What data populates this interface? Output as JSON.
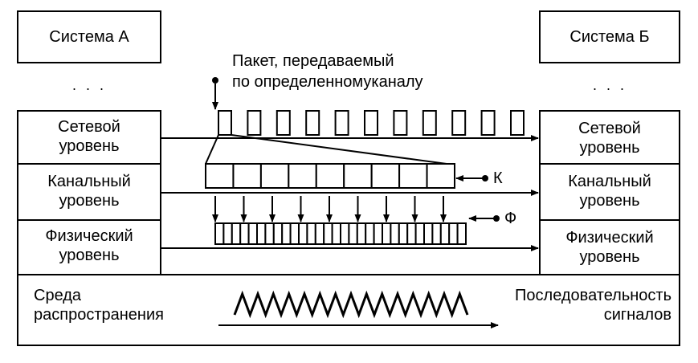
{
  "systems": {
    "a": {
      "title": "Система А"
    },
    "b": {
      "title": "Система Б"
    },
    "ellipsis": "· · ·"
  },
  "packet_caption": {
    "line1": "Пакет, передаваемый",
    "line2": "по определенномуканалу"
  },
  "layers": {
    "network": {
      "line1": "Сетевой",
      "line2": "уровень"
    },
    "data_link": {
      "line1": "Канальный",
      "line2": "уровень"
    },
    "physical": {
      "line1": "Физический",
      "line2": "уровень"
    }
  },
  "markers": {
    "k": "К",
    "f": "Ф"
  },
  "medium": {
    "label_line1": "Среда",
    "label_line2": "распространения",
    "signal_line1": "Последовательность",
    "signal_line2": "сигналов"
  },
  "counts": {
    "packet_cells": 11,
    "frame_cells": 9,
    "bit_arrows": 9,
    "bit_cells": 30,
    "wave_peaks": 15
  },
  "colors": {
    "line": "#000000",
    "background": "#ffffff"
  }
}
